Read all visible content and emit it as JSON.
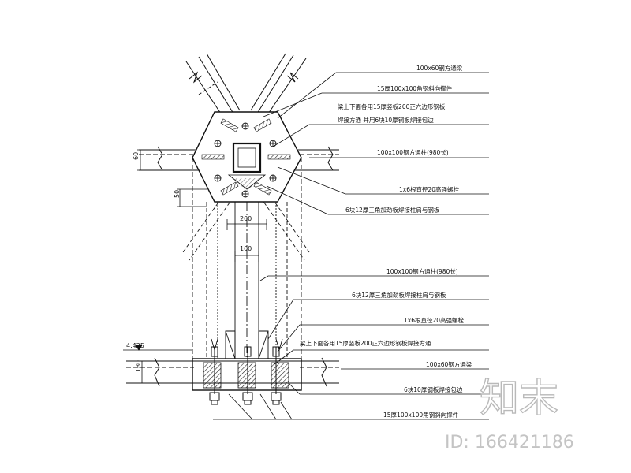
{
  "labels": {
    "l1": "100x60钢方通梁",
    "l2": "15厚100x100角钢斜向撑件",
    "l3a": "梁上下面各用15厚竖板200正六边形钢板",
    "l3b": "焊接方通 并用6块10厚钢板焊接包边",
    "l4": "100x100钢方通柱(980长)",
    "l5": "1x6根直径20高强螺栓",
    "l6": "6块12厚三角加劲板焊接柱肩与钢板",
    "l7": "100x100钢方通柱(980长)",
    "l8": "6块12厚三角加劲板焊接柱肩与钢板",
    "l9": "1x6根直径20高强螺栓",
    "l10": "梁上下面各用15厚竖板200正六边形钢板焊接方通",
    "l11": "100x60钢方通梁",
    "l12": "6块10厚钢板焊接包边",
    "l13": "15厚100x100角钢斜向撑件"
  },
  "dimensions": {
    "d60": "60",
    "d50": "50",
    "d200": "200",
    "d100": "100",
    "elev": "4.425",
    "d180": "180"
  },
  "watermark": {
    "brand": "知末",
    "id": "ID: 166421186"
  }
}
